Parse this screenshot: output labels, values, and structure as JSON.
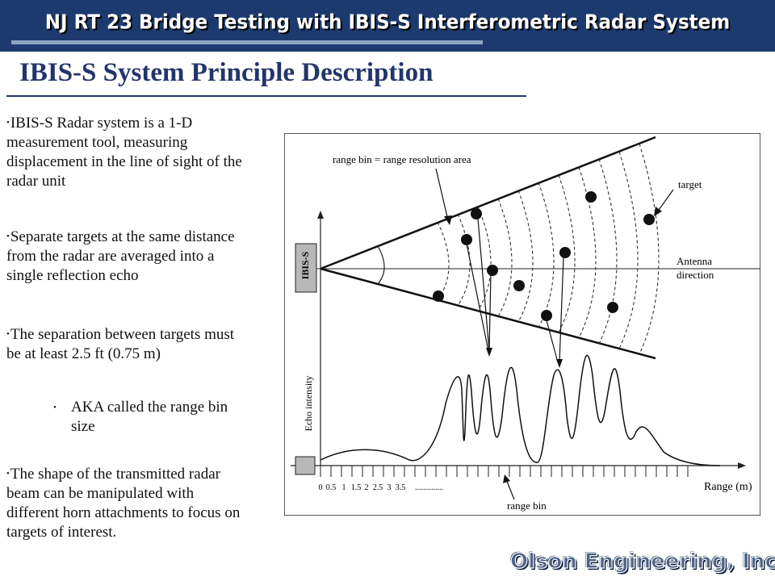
{
  "header": {
    "banner_title": "NJ  RT 23 Bridge Testing with IBIS-S Interferometric  Radar System"
  },
  "slide": {
    "heading": "IBIS-S System Principle Description",
    "bullets": [
      "IBIS-S Radar system is a 1-D measurement tool, measuring displacement in the line of sight of the radar unit",
      "Separate targets at the same distance from the radar are averaged into a single reflection echo",
      "The separation between targets must be at least 2.5 ft (0.75 m)",
      "The shape of the transmitted radar beam can be manipulated with different horn attachments to focus on targets of interest."
    ],
    "sub_bullet": "AKA called the range bin size"
  },
  "diagram": {
    "device_label": "IBIS-S",
    "range_bin_callout": "range bin = range resolution area",
    "target_label": "target",
    "antenna_label_line1": "Antenna",
    "antenna_label_line2": "direction",
    "echo_axis_label": "Echo intensity",
    "range_axis_label": "Range (m)",
    "range_ticks": [
      "0",
      "0.5",
      "1",
      "1.5",
      "2",
      "2.5",
      "3",
      "3.5"
    ],
    "range_ellipsis": "..............",
    "range_bin_label": "range bin"
  },
  "footer": {
    "logo_text": "Olson Engineering, Inc"
  }
}
